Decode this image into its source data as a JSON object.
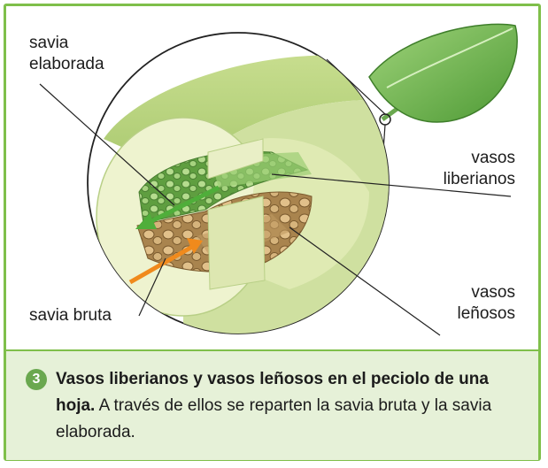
{
  "labels": {
    "savia_elaborada": "savia\nelaborada",
    "vasos_liberianos": "vasos\nliberianos",
    "savia_bruta": "savia bruta",
    "vasos_lenosos": "vasos\nleñosos"
  },
  "caption": {
    "number": "3",
    "bold": "Vasos liberianos y vasos leñosos en el peciolo de una hoja.",
    "text": " A través de ellos se reparten la savia bruta y la savia elaborada."
  },
  "colors": {
    "frame": "#7fbf4a",
    "caption_bg": "#e6f1d8",
    "phloem": "#8cc46a",
    "xylem": "#c8a46e",
    "petiole": "#e4ecc0",
    "arrow_green": "#4fae3a",
    "arrow_orange": "#f08a1c"
  }
}
